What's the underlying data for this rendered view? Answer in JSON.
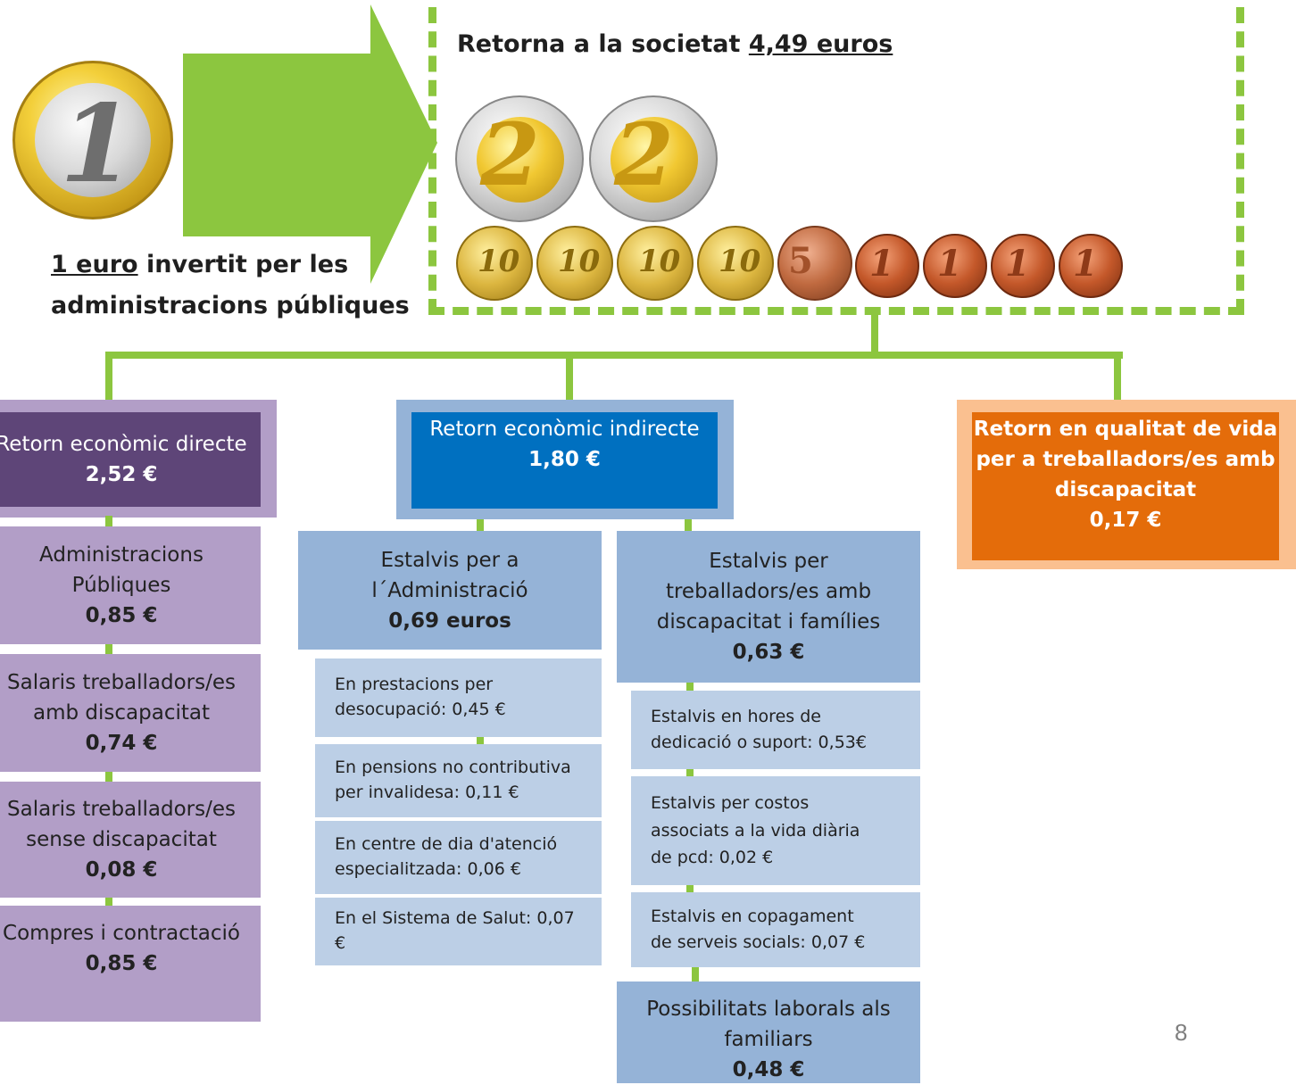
{
  "top": {
    "invest_amount": "1 euro",
    "invest_rest1": " invertit per les",
    "invest_line2": "administracions públiques",
    "return_prefix": "Retorna a la societat ",
    "return_amount": "4,49 euros"
  },
  "coins": {
    "one_euro": "1",
    "two_euro": "2",
    "ten_cent": "10",
    "five_cent": "5",
    "one_cent": "1"
  },
  "branches": {
    "direct": {
      "title": "Retorn econòmic directe",
      "value": "2,52 €"
    },
    "indirect": {
      "title": "Retorn econòmic indirecte",
      "value": "1,80 €"
    },
    "quality": {
      "line1": "Retorn en qualitat de vida",
      "line2": "per a treballadors/es amb",
      "line3": "discapacitat",
      "value": "0,17 €"
    }
  },
  "direct_items": [
    {
      "line1": "Administracions",
      "line2": "Públiques",
      "value": "0,85 €"
    },
    {
      "line1": "Salaris treballadors/es",
      "line2": "amb discapacitat",
      "value": "0,74 €"
    },
    {
      "line1": "Salaris treballadors/es",
      "line2": "sense discapacitat",
      "value": "0,08 €"
    },
    {
      "line1": "Compres i contractació",
      "value": "0,85 €"
    }
  ],
  "admin_savings": {
    "line1": "Estalvis per a",
    "line2": "l´Administració",
    "value": "0,69 euros",
    "items": [
      {
        "line1": "En prestacions per",
        "line2": "desocupació: 0,45 €"
      },
      {
        "line1": "En pensions no contributiva",
        "line2": "per invalidesa: 0,11 €"
      },
      {
        "line1": "En centre de dia d'atenció",
        "line2": "especialitzada: 0,06 €"
      },
      {
        "line1": "En el Sistema de Salut: 0,07",
        "line2": "€"
      }
    ]
  },
  "family_savings": {
    "line1": "Estalvis per",
    "line2": "treballadors/es amb",
    "line3": "discapacitat i famílies",
    "value": "0,63 €",
    "items": [
      {
        "line1": "Estalvis en hores de",
        "line2": "dedicació o suport: 0,53€"
      },
      {
        "line1": "Estalvis per costos",
        "line2": "associats a la vida diària",
        "line3": "de pcd: 0,02 €"
      },
      {
        "line1": "Estalvis en copagament",
        "line2": "de serveis socials: 0,07 €"
      }
    ]
  },
  "labor": {
    "line1": "Possibilitats laborals als",
    "line2": "familiars",
    "value": "0,48 €"
  },
  "page_number": "8",
  "colors": {
    "green": "#8cc63f",
    "purple_dark": "#5e4578",
    "purple_light": "#b29ec7",
    "blue_dark": "#0070c0",
    "blue_mid": "#95b3d7",
    "blue_light": "#bccfe6",
    "orange": "#e46c0a",
    "orange_light": "#fac090"
  }
}
